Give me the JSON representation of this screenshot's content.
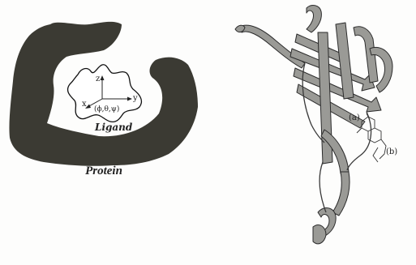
{
  "left_panel": {
    "protein_label": "Protein",
    "ligand_label": "Ligand",
    "axes": {
      "x": "x",
      "y": "y",
      "z": "z"
    },
    "rotation_label": "(ϕ,θ,ψ)",
    "protein_color": "#3b3a33"
  },
  "right_panel": {
    "site_a_label": "(a)",
    "site_b_label": "(b)",
    "ribbon_color": "#9a9a96",
    "ribbon_edge_color": "#2b2b2b"
  }
}
